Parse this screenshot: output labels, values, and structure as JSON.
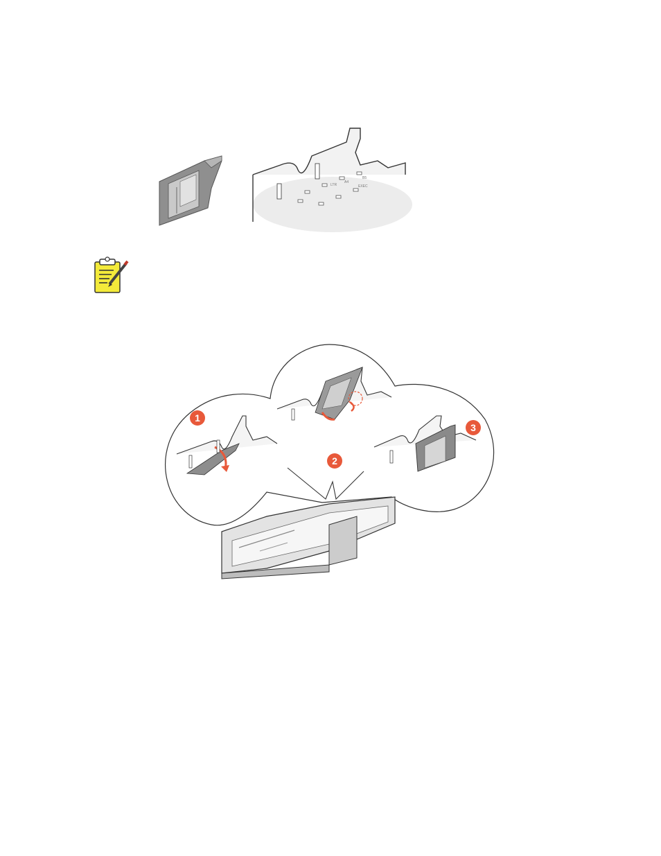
{
  "figure_parts": {
    "icon": "tray-guide-and-tray-illustration",
    "tray_markings": [
      "A4",
      "B5",
      "LTR",
      "EXEC"
    ]
  },
  "note": {
    "icon": "note-clipboard-pencil-icon"
  },
  "figure_steps": {
    "icon": "tray-guide-installation-steps-illustration",
    "steps": [
      "1",
      "2",
      "3"
    ]
  },
  "colors": {
    "step_badge": "#e8593a",
    "guide_gray": "#8a8a8a",
    "tray_gray": "#dcdcdc",
    "note_yellow": "#f3ea3a"
  }
}
